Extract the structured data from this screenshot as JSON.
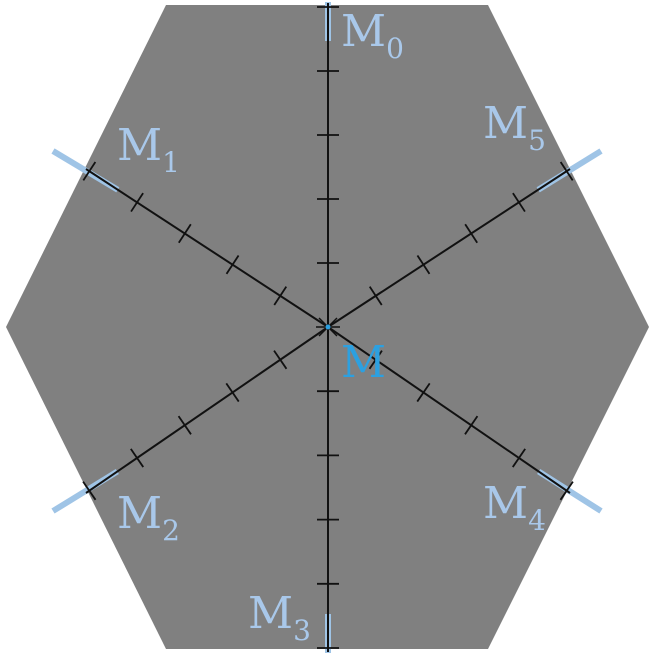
{
  "diagram": {
    "center_label": "M",
    "vertex_labels": [
      {
        "base": "M",
        "sub": "0"
      },
      {
        "base": "M",
        "sub": "1"
      },
      {
        "base": "M",
        "sub": "2"
      },
      {
        "base": "M",
        "sub": "3"
      },
      {
        "base": "M",
        "sub": "4"
      },
      {
        "base": "M",
        "sub": "5"
      }
    ],
    "ticks_per_spoke": 5,
    "colors": {
      "hexagon_fill": "#808080",
      "spoke": "#111111",
      "tick": "#111111",
      "label": "#a9c8ea",
      "center_label": "#2ca0e0",
      "extension": "#9fc4e6"
    }
  }
}
